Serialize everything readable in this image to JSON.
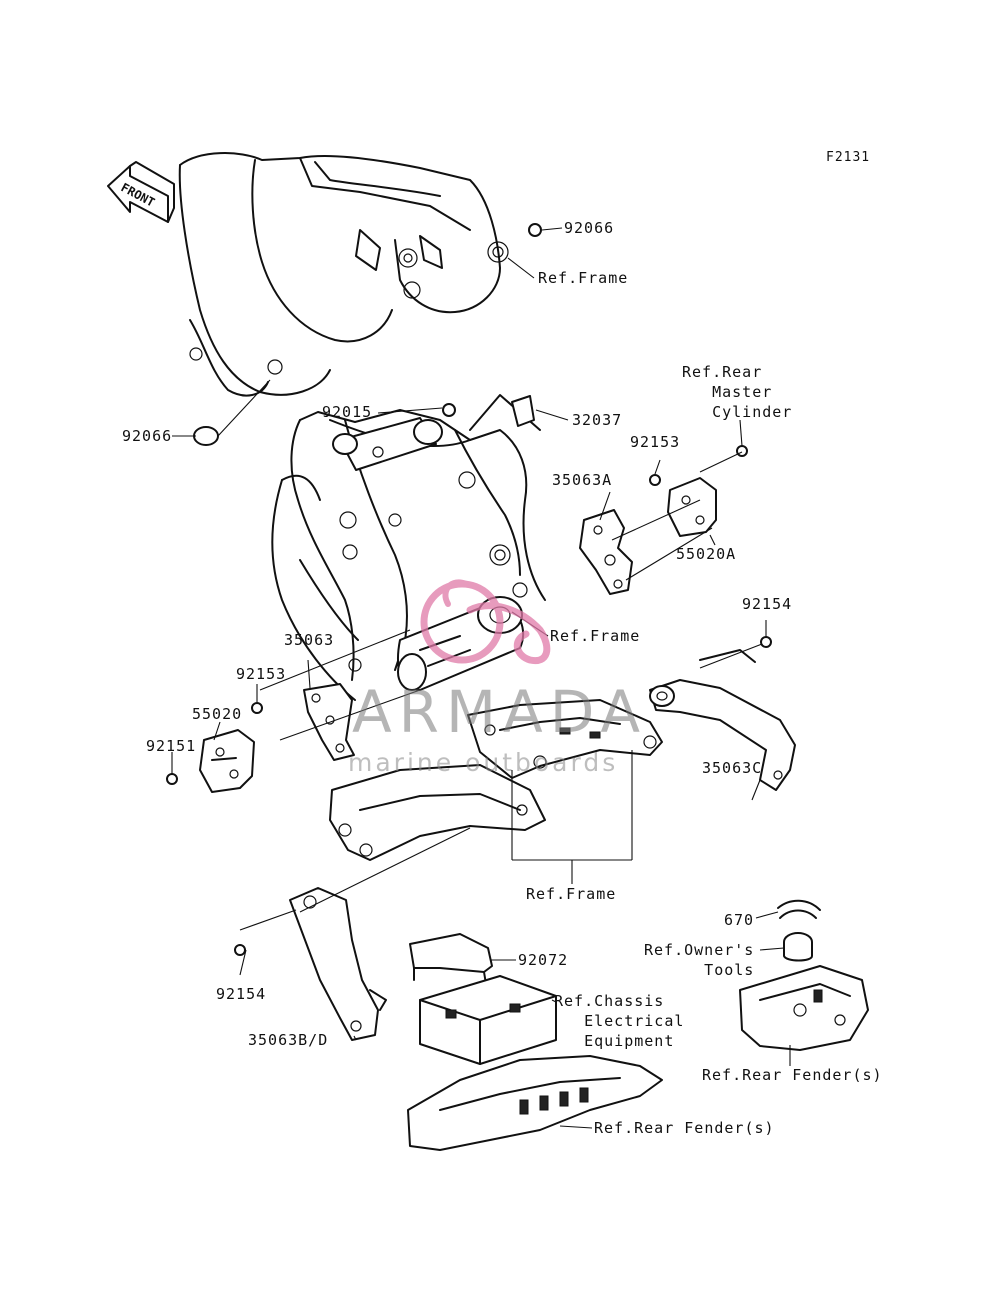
{
  "figure_code": "F2131",
  "direction_label": "FRONT",
  "watermark": {
    "brand": "ARMADA",
    "tagline": "marine outboards",
    "accent_color": "#e07aa8"
  },
  "callouts": {
    "c92066_top": "92066",
    "ref_frame_top": "Ref.Frame",
    "ref_rear_master_cylinder": "Ref.Rear\n   Master\n   Cylinder",
    "c92015": "92015",
    "c32037": "32037",
    "c92066_left": "92066",
    "c92153_right": "92153",
    "c35063A": "35063A",
    "c55020A": "55020A",
    "c92154_right": "92154",
    "ref_frame_mid": "Ref.Frame",
    "c35063": "35063",
    "c92153_left": "92153",
    "c55020": "55020",
    "c92151": "92151",
    "c35063C": "35063C",
    "ref_frame_low": "Ref.Frame",
    "c670": "670",
    "ref_owners_tools": "Ref.Owner's\n      Tools",
    "c92154_left": "92154",
    "c92072": "92072",
    "ref_chassis_electrical": "Ref.Chassis\n   Electrical\n   Equipment",
    "c35063BD": "35063B/D",
    "ref_rear_fender_right": "Ref.Rear Fender(s)",
    "ref_rear_fender_bottom": "Ref.Rear Fender(s)"
  }
}
